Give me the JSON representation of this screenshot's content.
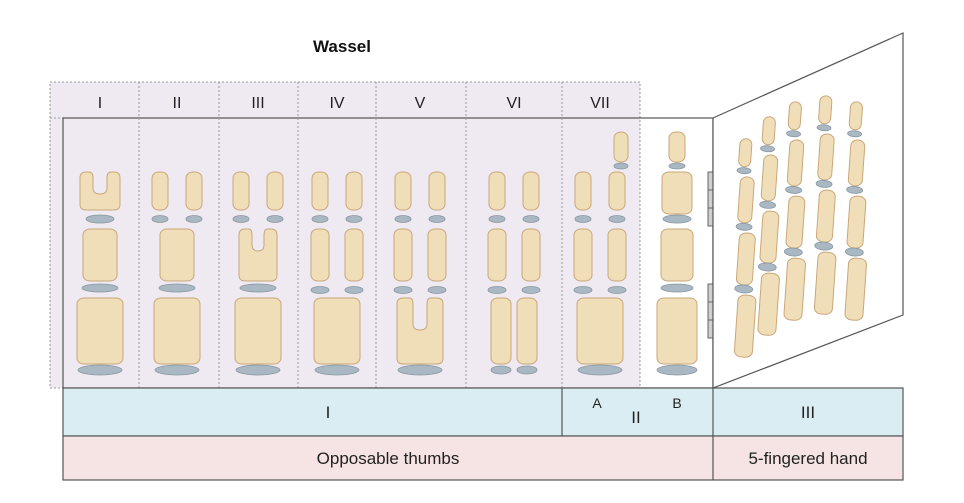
{
  "title": "Wassel",
  "columns": [
    {
      "label": "I",
      "type": "1"
    },
    {
      "label": "II",
      "type": "2"
    },
    {
      "label": "III",
      "type": "3"
    },
    {
      "label": "IV",
      "type": "4"
    },
    {
      "label": "V",
      "type": "5"
    },
    {
      "label": "VI",
      "type": "6"
    },
    {
      "label": "VII",
      "type": "7"
    }
  ],
  "groups": {
    "group_I": "I",
    "group_II": "II",
    "sub_A": "A",
    "sub_B": "B",
    "group_III": "III"
  },
  "bottom": {
    "opposable": "Opposable thumbs",
    "fingered": "5-fingered hand"
  },
  "colors": {
    "bone": "#f0deb8",
    "bone_stroke": "#c9a77a",
    "disc": "#a9b8c2",
    "panel": "#efe9f1",
    "band_blue": "#daedf2",
    "band_pink": "#f6e3e3"
  }
}
